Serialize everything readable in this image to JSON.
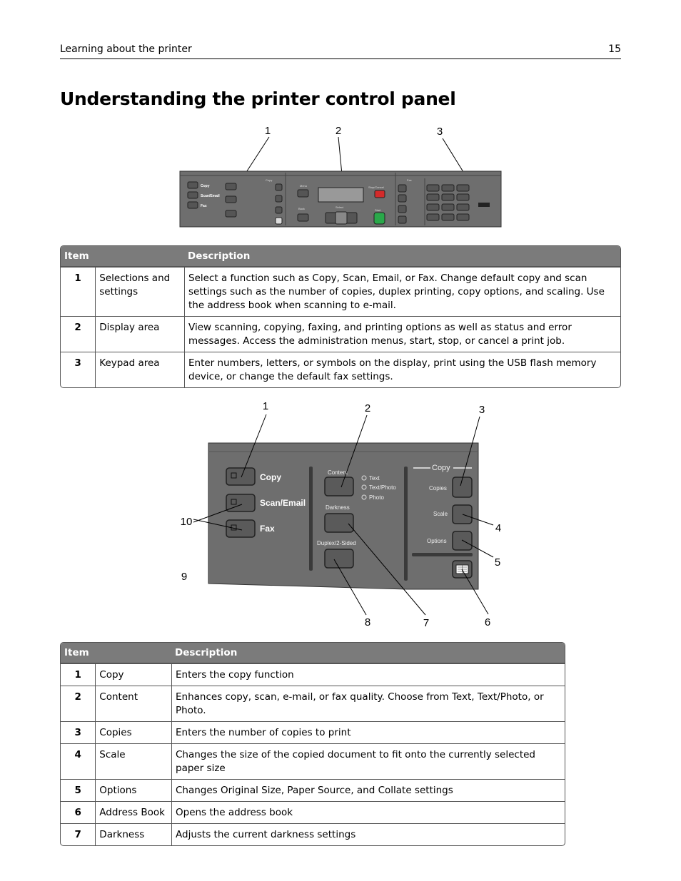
{
  "header": {
    "section": "Learning about the printer",
    "page_number": "15"
  },
  "title": "Understanding the printer control panel",
  "figure1": {
    "callouts": [
      "1",
      "2",
      "3"
    ],
    "panel_text": {
      "copy": "Copy",
      "scan_email": "Scan/Email",
      "fax": "Fax",
      "menu": "Menu",
      "select": "Select",
      "back": "Back",
      "stop_cancel": "Stop/Cancel",
      "start": "Start",
      "copy_group": "Copy",
      "fax_group": "Fax"
    }
  },
  "table1": {
    "headers": [
      "Item",
      "Description"
    ],
    "rows": [
      {
        "num": "1",
        "item": "Selections and settings",
        "desc": "Select a function such as Copy, Scan, Email, or Fax. Change default copy and scan settings such as the number of copies, duplex printing, copy options, and scaling. Use the address book when scanning to e-mail."
      },
      {
        "num": "2",
        "item": "Display area",
        "desc": "View scanning, copying, faxing, and printing options as well as status and error messages. Access the administration menus, start, stop, or cancel a print job."
      },
      {
        "num": "3",
        "item": "Keypad area",
        "desc": "Enter numbers, letters, or symbols on the display, print using the USB flash memory device, or change the default fax settings."
      }
    ]
  },
  "figure2": {
    "callouts": [
      "1",
      "2",
      "3",
      "4",
      "5",
      "6",
      "7",
      "8",
      "9",
      "10"
    ],
    "panel_text": {
      "copy": "Copy",
      "scan_email": "Scan/Email",
      "fax": "Fax",
      "content": "Content",
      "text": "Text",
      "text_photo": "Text/Photo",
      "photo": "Photo",
      "darkness": "Darkness",
      "duplex": "Duplex/2-Sided",
      "copy_group": "Copy",
      "copies": "Copies",
      "scale": "Scale",
      "options": "Options"
    }
  },
  "table2": {
    "headers": [
      "Item",
      "Description"
    ],
    "rows": [
      {
        "num": "1",
        "item": "Copy",
        "desc": "Enters the copy function"
      },
      {
        "num": "2",
        "item": "Content",
        "desc": "Enhances copy, scan, e-mail, or fax quality. Choose from Text, Text/Photo, or Photo."
      },
      {
        "num": "3",
        "item": "Copies",
        "desc": "Enters the number of copies to print"
      },
      {
        "num": "4",
        "item": "Scale",
        "desc": "Changes the size of the copied document to fit onto the currently selected paper size"
      },
      {
        "num": "5",
        "item": "Options",
        "desc": "Changes Original Size, Paper Source, and Collate settings"
      },
      {
        "num": "6",
        "item": "Address Book",
        "desc": "Opens the address book"
      },
      {
        "num": "7",
        "item": "Darkness",
        "desc": "Adjusts the current darkness settings"
      }
    ]
  },
  "colors": {
    "panel": "#6e6e6e",
    "table_header": "#7b7b7b",
    "stop": "#d42a2a",
    "start": "#2aa84a"
  }
}
